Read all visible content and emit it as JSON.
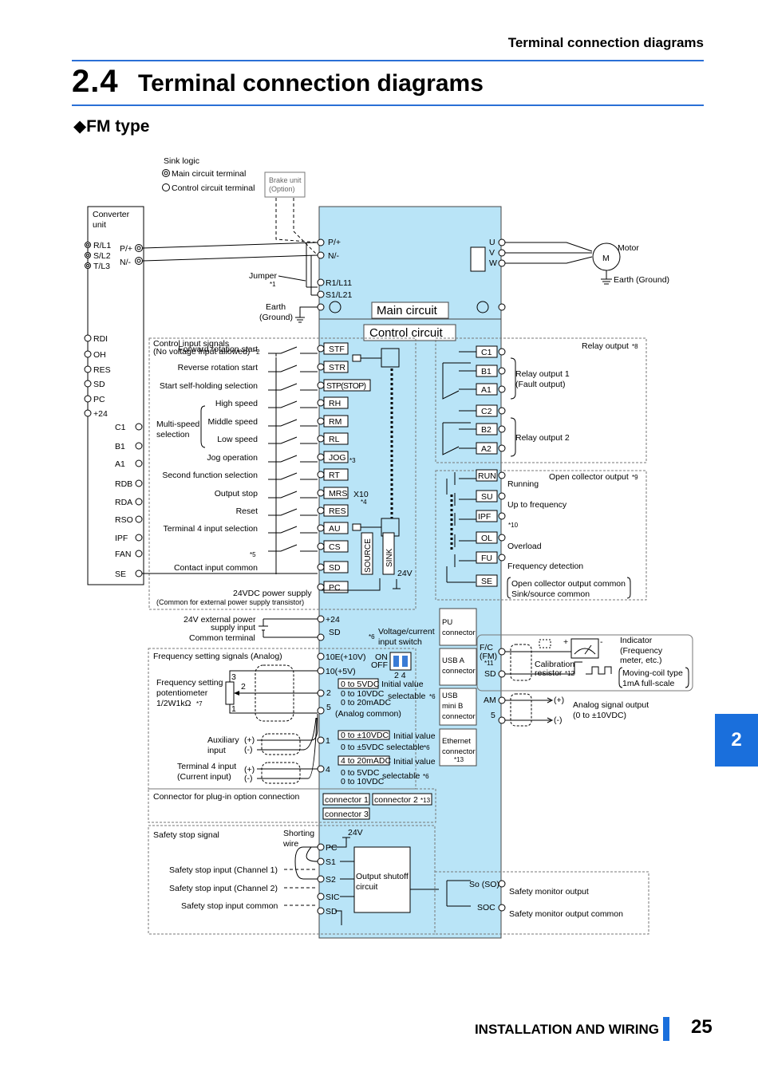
{
  "header": {
    "running_title": "Terminal connection diagrams"
  },
  "section": {
    "number": "2.4",
    "title": "Terminal connection diagrams",
    "subheading": "◆FM type"
  },
  "side_tab": "2",
  "footer": {
    "chapter": "INSTALLATION AND WIRING",
    "page": "25"
  },
  "colors": {
    "accent": "#1a6fdc",
    "rule": "#2a6fd6",
    "panel": "#b9e4f7"
  },
  "diagram": {
    "legend": {
      "title": "Sink logic",
      "main": "Main circuit terminal",
      "control": "Control circuit terminal"
    },
    "brake_unit": [
      "Brake unit",
      "(Option)"
    ],
    "converter": {
      "title": [
        "Converter",
        "unit"
      ],
      "inputs": [
        "R/L1",
        "S/L2",
        "T/L3"
      ],
      "pplus": "P/+",
      "nminus": "N/-",
      "signals": [
        "RDI",
        "OH",
        "RES",
        "SD",
        "PC",
        "+24",
        "C1",
        "B1",
        "A1",
        "RDB",
        "RDA",
        "RSO",
        "IPF",
        "FAN",
        "SE"
      ]
    },
    "main": {
      "pplus": "P/+",
      "nminus": "N/-",
      "r1": "R1/L11",
      "s1": "S1/L21",
      "jumper": "Jumper",
      "jumper_note": "*1",
      "earth": [
        "Earth",
        "(Ground)"
      ],
      "label": "Main circuit",
      "outputs": [
        "U",
        "V",
        "W"
      ],
      "motor_label": "Motor",
      "motor_m": "M",
      "motor_earth": "Earth (Ground)"
    },
    "control": {
      "label": "Control circuit",
      "input_title": [
        "Control input signals",
        "(No voltage input allowed)"
      ],
      "input_title_note": "*2",
      "inputs": [
        {
          "label": "Forward rotation start",
          "terminal": "STF"
        },
        {
          "label": "Reverse rotation start",
          "terminal": "STR"
        },
        {
          "label": "Start self-holding selection",
          "terminal": "STP(STOP)"
        },
        {
          "label": "High speed",
          "terminal": "RH"
        },
        {
          "label": "Middle speed",
          "terminal": "RM"
        },
        {
          "label": "Low speed",
          "terminal": "RL"
        },
        {
          "label": "Jog operation",
          "terminal": "JOG"
        },
        {
          "label": "Second function selection",
          "terminal": "RT"
        },
        {
          "label": "Output stop",
          "terminal": "MRS"
        },
        {
          "label": "Reset",
          "terminal": "RES"
        },
        {
          "label": "Terminal 4 input selection",
          "terminal": "AU"
        },
        {
          "label": "",
          "terminal": "CS"
        },
        {
          "label": "Contact input common",
          "terminal": "SD"
        },
        {
          "label": "",
          "terminal": "PC"
        }
      ],
      "multispeed": [
        "Multi-speed",
        "selection"
      ],
      "notes": {
        "jog": "*3",
        "x10": "X10",
        "x10_note": "*4",
        "cs": "*5"
      },
      "source": "SOURCE",
      "sink": "SINK",
      "v24": "24V",
      "pc_label": [
        "24VDC power supply",
        "(Common for external power supply transistor)"
      ],
      "ext_power": {
        "label": [
          "24V external power",
          "supply input"
        ],
        "common": "Common terminal",
        "t24": "+24",
        "tsd": "SD",
        "switch": [
          "Voltage/current",
          "input switch"
        ],
        "switch_note": "*6"
      },
      "relay": {
        "title": "Relay output",
        "title_note": "*8",
        "terminals": [
          "C1",
          "B1",
          "A1",
          "C2",
          "B2",
          "A2"
        ],
        "out1": [
          "Relay output 1",
          "(Fault output)"
        ],
        "out2": "Relay output 2"
      },
      "oc": {
        "title": "Open collector output",
        "title_note": "*9",
        "items": [
          {
            "terminal": "RUN",
            "label": "Running"
          },
          {
            "terminal": "SU",
            "label": "Up to frequency"
          },
          {
            "terminal": "IPF",
            "label": "",
            "note": "*10"
          },
          {
            "terminal": "OL",
            "label": "Overload"
          },
          {
            "terminal": "FU",
            "label": "Frequency detection"
          },
          {
            "terminal": "SE",
            "label": ""
          }
        ],
        "common": [
          "Open collector output common",
          "Sink/source common"
        ]
      },
      "analog": {
        "title": "Frequency setting signals (Analog)",
        "t10e": "10E(+10V)",
        "t10": "10(+5V)",
        "on": "ON",
        "off": "OFF",
        "sw_nums": "2 4",
        "pot": [
          "Frequency setting",
          "potentiometer",
          "1/2W1kΩ"
        ],
        "pot_note": "*7",
        "pot_pins": [
          "3",
          "2",
          "1"
        ],
        "t2": "2",
        "t5": "5",
        "t1": "1",
        "t4": "4",
        "t2_ranges": [
          "0 to 5VDC",
          "0 to 10VDC",
          "0 to 20mADC"
        ],
        "t2_init": "Initial value",
        "t2_sel": "selectable",
        "t2_note": "*6",
        "common": "(Analog common)",
        "aux": [
          "Auxiliary",
          "input"
        ],
        "aux_pm": [
          "(+)",
          "(-)"
        ],
        "t1_ranges": [
          "0 to ±10VDC",
          "0 to ±5VDC selectable"
        ],
        "t1_init": "Initial value",
        "t1_note": "*6",
        "t4in": [
          "Terminal 4 input",
          "(Current input)"
        ],
        "t4_ranges": [
          "4 to 20mADC",
          "0 to 5VDC",
          "0 to 10VDC"
        ],
        "t4_init": "Initial value",
        "t4_sel": "selectable",
        "t4_note": "*6"
      },
      "connectors": {
        "pu": [
          "PU",
          "connector"
        ],
        "usba": [
          "USB A",
          "connector"
        ],
        "usbb": [
          "USB",
          "mini B",
          "connector"
        ],
        "eth": [
          "Ethernet",
          "connector"
        ],
        "eth_note": "*13"
      },
      "fm": {
        "terminal": [
          "F/C",
          "(FM)"
        ],
        "note": "*11",
        "sd": "SD",
        "calib": [
          "Calibration",
          "resistor"
        ],
        "calib_note": "*12",
        "indicator": [
          "Indicator",
          "(Frequency",
          "meter, etc.)"
        ],
        "mc": [
          "Moving-coil type",
          "1mA full-scale"
        ],
        "plus": "+",
        "minus": "-"
      },
      "am": {
        "terminal": "AM",
        "t5": "5",
        "plus": "(+)",
        "minus": "(-)",
        "label": [
          "Analog signal output",
          "(0 to ±10VDC)"
        ]
      },
      "plugin": {
        "title": "Connector for plug-in option connection",
        "c1": "connector 1",
        "c2": "connector 2",
        "c2_note": "*13",
        "c3": "connector 3"
      },
      "safety": {
        "title": "Safety stop signal",
        "shorting": [
          "Shorting",
          "wire"
        ],
        "v24": "24V",
        "terminals": [
          "PC",
          "S1",
          "S2",
          "SIC",
          "SD"
        ],
        "ch1": "Safety stop input (Channel 1)",
        "ch2": "Safety stop input (Channel 2)",
        "common": "Safety stop input common",
        "shutoff": [
          "Output shutoff",
          "circuit"
        ],
        "so": "So (SO)",
        "soc": "SOC",
        "mon": "Safety monitor output",
        "mon_common": "Safety monitor output common"
      }
    }
  }
}
